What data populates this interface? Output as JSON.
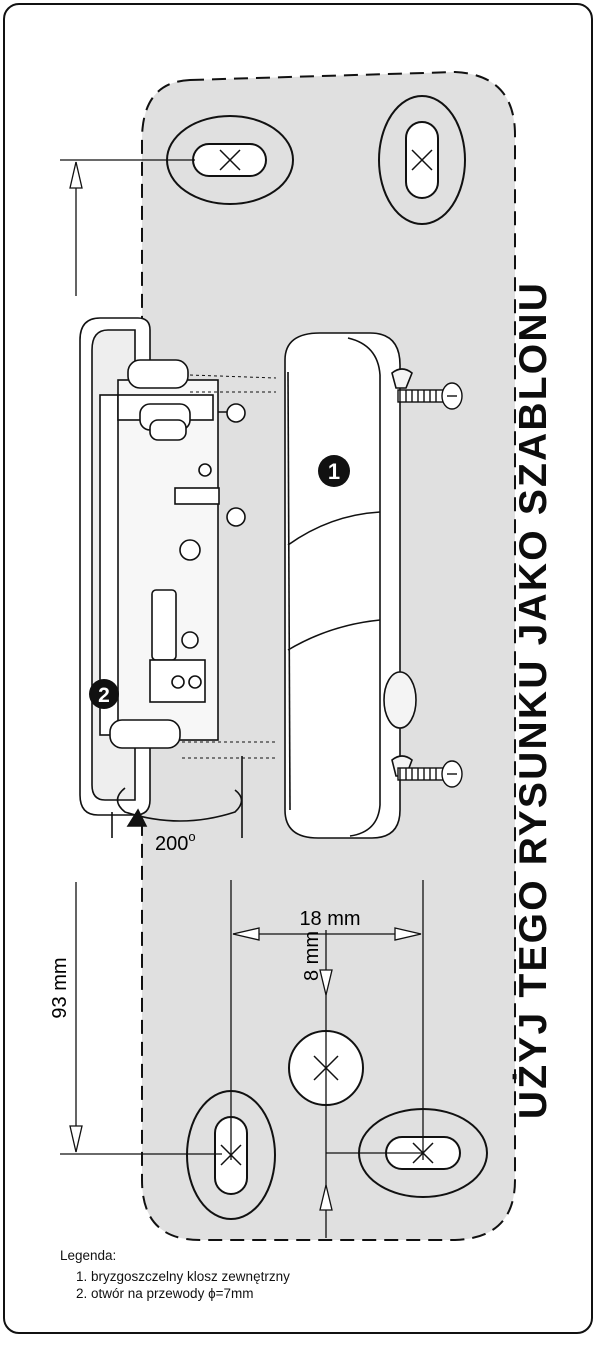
{
  "side_title": "UŻYJ TEGO RYSUNKU JAKO SZABLONU",
  "labels": {
    "dim_width": "18 mm",
    "dim_hole": "8 mm",
    "dim_height": "93 mm",
    "rotation": "200",
    "rotation_unit": "o",
    "callout_1": "1",
    "callout_2": "2"
  },
  "legend": {
    "title": "Legenda:",
    "items": [
      "1. bryzgoszczelny klosz zewnętrzny",
      "2. otwór na przewody  ϕ=7mm"
    ]
  },
  "colors": {
    "template_fill": "#e0e0e0",
    "ink": "#111111"
  }
}
